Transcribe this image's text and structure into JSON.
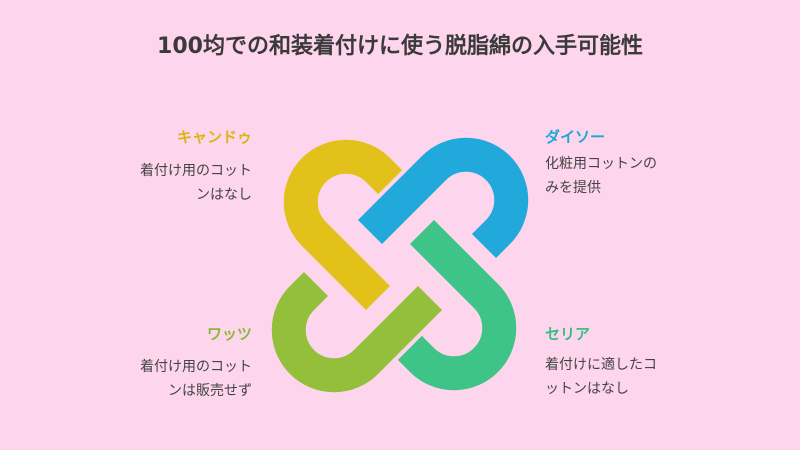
{
  "title": "100均での和装着付けに使う脱脂綿の入手可能性",
  "stores": {
    "top_left": {
      "name": "キャンドゥ",
      "desc": "着付け用のコット\nンはなし",
      "color": "#e2c21a"
    },
    "top_right": {
      "name": "ダイソー",
      "desc": "化粧用コットンの\nみを提供",
      "color": "#22a9dc"
    },
    "bottom_left": {
      "name": "ワッツ",
      "desc": "着付け用のコット\nンは販売せず",
      "color": "#94bf3b"
    },
    "bottom_right": {
      "name": "セリア",
      "desc": "着付けに適したコ\nットンはなし",
      "color": "#3ec486"
    }
  }
}
